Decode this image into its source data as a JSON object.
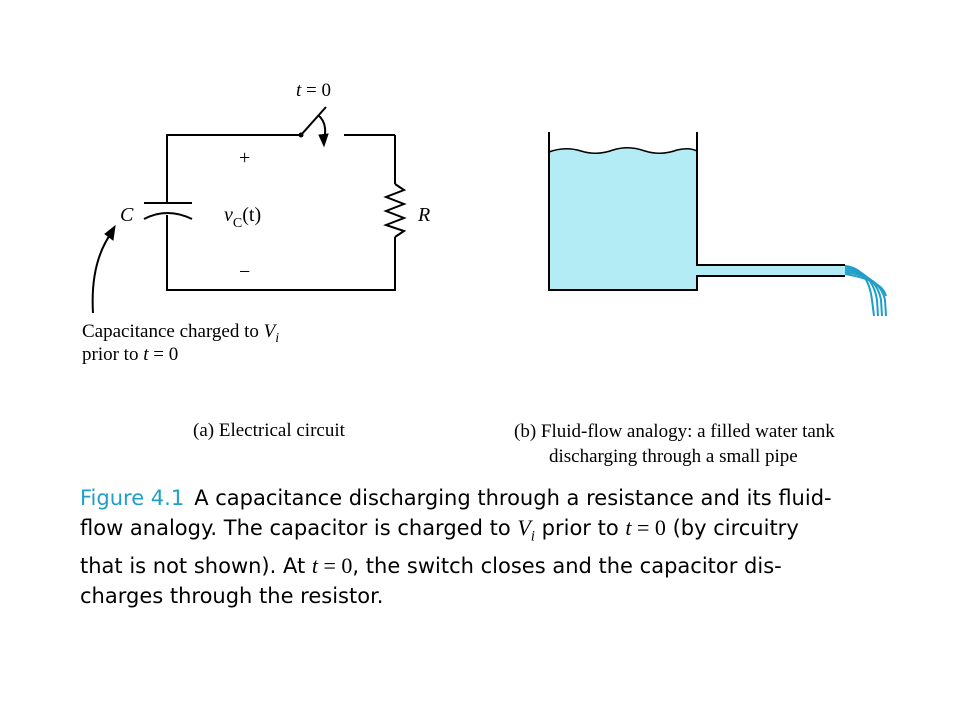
{
  "circuit": {
    "switch_label_var": "t",
    "switch_label_rest": " = 0",
    "plus": "+",
    "minus": "−",
    "cap_label": "C",
    "res_label": "R",
    "vc_var": "v",
    "vc_sub": "C",
    "vc_arg": "(t)",
    "note_line1_text": "Capacitance charged to ",
    "note_line1_var": "V",
    "note_line1_sub": "i",
    "note_line2_text": "prior to ",
    "note_line2_var": "t",
    "note_line2_rest": " = 0",
    "caption": "(a) Electrical circuit"
  },
  "tank": {
    "caption_line1": "(b) Fluid-flow analogy: a filled water tank",
    "caption_line2": "discharging through a small pipe",
    "water_color": "#b3ecf5",
    "stream_color": "#1f9fc8"
  },
  "figure_caption": {
    "label": "Figure 4.1",
    "label_color": "#1f9fc8",
    "line1": "A capacitance discharging through a resistance and its fluid-",
    "line2a": "flow analogy.  The capacitor is charged to ",
    "line2_var": "V",
    "line2_sub": "i",
    "line2b": " prior to ",
    "line2_t": "t",
    "line2_eq": " = 0",
    "line2c": " (by circuitry",
    "line3a": "that is not shown).  At ",
    "line3_t": "t",
    "line3_eq": " = 0",
    "line3b": ", the switch closes and the capacitor dis-",
    "line4": "charges through the resistor."
  }
}
